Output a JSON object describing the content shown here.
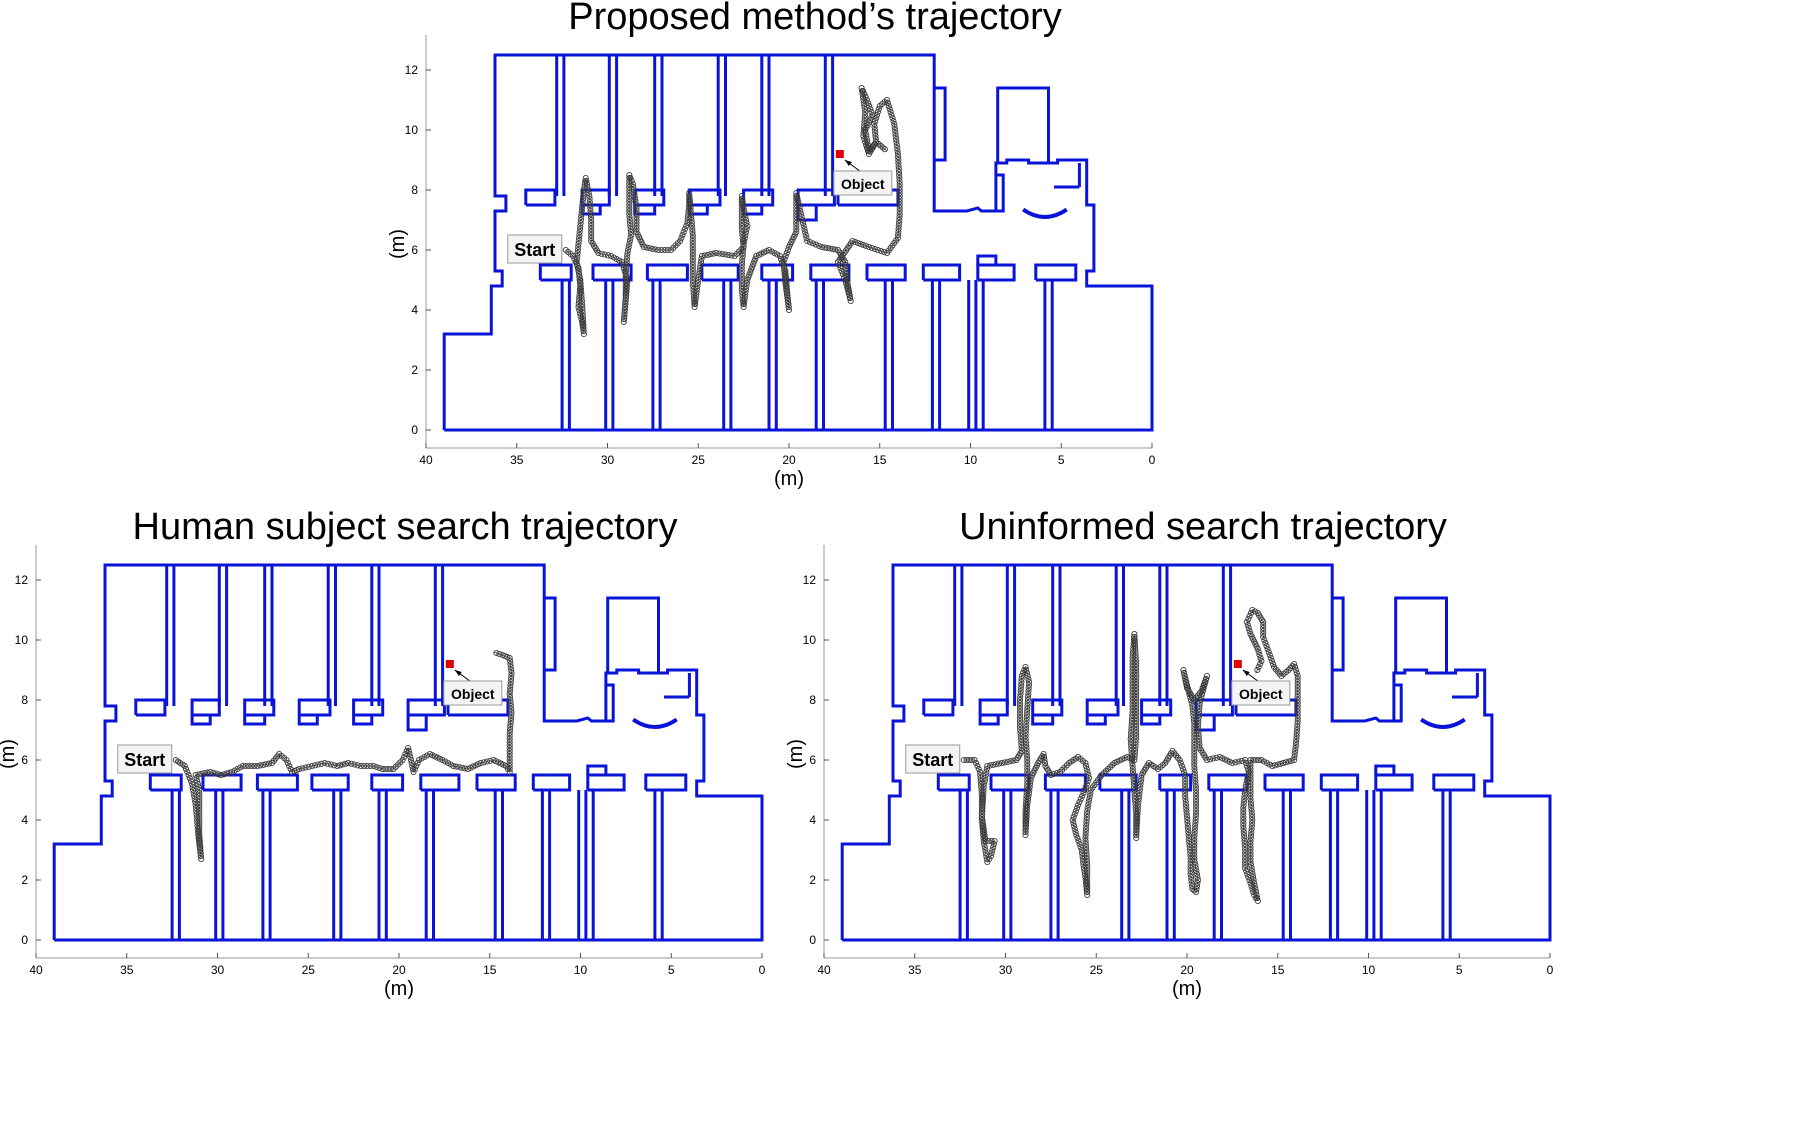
{
  "chart_data": [
    {
      "type": "scatter",
      "title": "Proposed method’s trajectory",
      "xlabel": "(m)",
      "ylabel": "(m)",
      "xlim": [
        40,
        0
      ],
      "ylim": [
        -0.6,
        13
      ],
      "xticks": [
        40,
        35,
        30,
        25,
        20,
        15,
        10,
        5,
        0
      ],
      "yticks": [
        0,
        2,
        4,
        6,
        8,
        10,
        12
      ],
      "start_label": "Start",
      "object_label": "Object",
      "start": [
        32.3,
        6.0
      ],
      "object": [
        17.2,
        9.2
      ],
      "trajectory": [
        [
          32.3,
          6.0
        ],
        [
          31.9,
          5.8
        ],
        [
          31.6,
          5.4
        ],
        [
          31.5,
          4.8
        ],
        [
          31.6,
          4.1
        ],
        [
          31.4,
          3.6
        ],
        [
          31.3,
          3.2
        ],
        [
          31.4,
          4.2
        ],
        [
          31.5,
          5.0
        ],
        [
          31.7,
          5.6
        ],
        [
          31.6,
          6.2
        ],
        [
          31.5,
          6.8
        ],
        [
          31.4,
          7.4
        ],
        [
          31.3,
          8.0
        ],
        [
          31.2,
          8.4
        ],
        [
          31.0,
          7.8
        ],
        [
          30.9,
          7.0
        ],
        [
          30.9,
          6.3
        ],
        [
          30.5,
          5.9
        ],
        [
          29.8,
          5.8
        ],
        [
          29.2,
          5.6
        ],
        [
          28.9,
          5.0
        ],
        [
          29.0,
          4.3
        ],
        [
          29.1,
          3.6
        ],
        [
          29.0,
          4.4
        ],
        [
          29.0,
          5.2
        ],
        [
          28.9,
          5.9
        ],
        [
          28.7,
          6.5
        ],
        [
          28.8,
          7.2
        ],
        [
          28.8,
          7.9
        ],
        [
          28.8,
          8.5
        ],
        [
          28.6,
          8.2
        ],
        [
          28.4,
          7.4
        ],
        [
          28.4,
          6.6
        ],
        [
          28.0,
          6.1
        ],
        [
          27.2,
          6.0
        ],
        [
          26.5,
          6.0
        ],
        [
          26.0,
          6.3
        ],
        [
          25.6,
          6.9
        ],
        [
          25.5,
          7.5
        ],
        [
          25.5,
          7.9
        ],
        [
          25.4,
          7.2
        ],
        [
          25.3,
          6.5
        ],
        [
          25.3,
          5.8
        ],
        [
          25.3,
          5.0
        ],
        [
          25.2,
          4.1
        ],
        [
          25.0,
          5.0
        ],
        [
          24.8,
          5.8
        ],
        [
          24.0,
          5.9
        ],
        [
          23.0,
          5.8
        ],
        [
          22.5,
          6.1
        ],
        [
          22.6,
          6.7
        ],
        [
          22.6,
          7.3
        ],
        [
          22.6,
          7.8
        ],
        [
          22.5,
          7.4
        ],
        [
          22.3,
          6.8
        ],
        [
          22.5,
          6.2
        ],
        [
          22.6,
          5.5
        ],
        [
          22.6,
          4.7
        ],
        [
          22.5,
          4.1
        ],
        [
          22.3,
          5.0
        ],
        [
          21.8,
          5.8
        ],
        [
          21.1,
          6.0
        ],
        [
          20.5,
          5.8
        ],
        [
          20.2,
          5.3
        ],
        [
          20.1,
          4.6
        ],
        [
          20.0,
          4.0
        ],
        [
          20.2,
          4.9
        ],
        [
          20.3,
          5.6
        ],
        [
          20.0,
          6.1
        ],
        [
          19.6,
          6.6
        ],
        [
          19.6,
          7.3
        ],
        [
          19.6,
          7.9
        ],
        [
          19.3,
          7.1
        ],
        [
          19.0,
          6.3
        ],
        [
          18.2,
          6.1
        ],
        [
          17.3,
          6.0
        ],
        [
          16.9,
          5.6
        ],
        [
          16.8,
          5.0
        ],
        [
          16.6,
          4.3
        ],
        [
          16.9,
          5.0
        ],
        [
          17.3,
          5.6
        ],
        [
          16.5,
          6.3
        ],
        [
          15.6,
          6.1
        ],
        [
          14.6,
          5.9
        ],
        [
          14.0,
          6.4
        ],
        [
          13.9,
          7.2
        ],
        [
          13.9,
          8.2
        ],
        [
          14.0,
          9.2
        ],
        [
          14.2,
          10.2
        ],
        [
          14.6,
          11.0
        ],
        [
          15.0,
          10.8
        ],
        [
          15.3,
          10.2
        ],
        [
          15.2,
          9.6
        ],
        [
          15.6,
          9.3
        ],
        [
          15.8,
          10.0
        ],
        [
          15.4,
          10.5
        ],
        [
          15.7,
          11.0
        ],
        [
          16.0,
          11.4
        ],
        [
          15.8,
          10.6
        ],
        [
          15.9,
          9.8
        ],
        [
          15.6,
          9.2
        ],
        [
          15.2,
          9.6
        ],
        [
          14.6,
          9.3
        ]
      ]
    },
    {
      "type": "scatter",
      "title": "Human subject search trajectory",
      "xlabel": "(m)",
      "ylabel": "(m)",
      "xlim": [
        40,
        0
      ],
      "ylim": [
        -0.6,
        13
      ],
      "xticks": [
        40,
        35,
        30,
        25,
        20,
        15,
        10,
        5,
        0
      ],
      "yticks": [
        0,
        2,
        4,
        6,
        8,
        10,
        12
      ],
      "start_label": "Start",
      "object_label": "Object",
      "start": [
        32.3,
        6.0
      ],
      "object": [
        17.2,
        9.2
      ],
      "trajectory": [
        [
          32.3,
          6.0
        ],
        [
          31.8,
          5.8
        ],
        [
          31.4,
          5.2
        ],
        [
          31.2,
          4.5
        ],
        [
          31.1,
          3.8
        ],
        [
          31.0,
          3.2
        ],
        [
          30.9,
          2.7
        ],
        [
          31.0,
          3.5
        ],
        [
          31.0,
          4.3
        ],
        [
          31.0,
          5.0
        ],
        [
          31.2,
          5.5
        ],
        [
          30.4,
          5.6
        ],
        [
          29.8,
          5.5
        ],
        [
          29.2,
          5.6
        ],
        [
          28.6,
          5.8
        ],
        [
          27.8,
          5.8
        ],
        [
          27.0,
          5.9
        ],
        [
          26.6,
          6.2
        ],
        [
          26.2,
          6.0
        ],
        [
          25.9,
          5.6
        ],
        [
          25.5,
          5.7
        ],
        [
          24.8,
          5.8
        ],
        [
          24.1,
          5.9
        ],
        [
          23.4,
          5.8
        ],
        [
          22.8,
          5.9
        ],
        [
          22.1,
          5.8
        ],
        [
          21.4,
          5.8
        ],
        [
          20.9,
          5.7
        ],
        [
          20.3,
          5.7
        ],
        [
          19.8,
          6.0
        ],
        [
          19.5,
          6.4
        ],
        [
          19.3,
          5.9
        ],
        [
          19.2,
          5.6
        ],
        [
          18.9,
          6.0
        ],
        [
          18.3,
          6.2
        ],
        [
          17.6,
          6.0
        ],
        [
          17.0,
          5.8
        ],
        [
          16.2,
          5.7
        ],
        [
          15.5,
          5.9
        ],
        [
          14.8,
          6.0
        ],
        [
          14.1,
          5.8
        ],
        [
          13.9,
          5.6
        ],
        [
          13.9,
          6.2
        ],
        [
          13.9,
          6.9
        ],
        [
          13.8,
          7.6
        ],
        [
          13.9,
          8.2
        ],
        [
          13.8,
          8.9
        ],
        [
          13.9,
          9.4
        ],
        [
          14.3,
          9.5
        ],
        [
          14.8,
          9.6
        ]
      ]
    },
    {
      "type": "scatter",
      "title": "Uninformed search trajectory",
      "xlabel": "(m)",
      "ylabel": "(m)",
      "xlim": [
        40,
        0
      ],
      "ylim": [
        -0.6,
        13
      ],
      "xticks": [
        40,
        35,
        30,
        25,
        20,
        15,
        10,
        5,
        0
      ],
      "yticks": [
        0,
        2,
        4,
        6,
        8,
        10,
        12
      ],
      "start_label": "Start",
      "object_label": "Object",
      "start": [
        32.3,
        6.0
      ],
      "object": [
        17.2,
        9.2
      ],
      "trajectory": [
        [
          32.3,
          6.0
        ],
        [
          31.7,
          6.0
        ],
        [
          31.4,
          5.6
        ],
        [
          31.3,
          4.8
        ],
        [
          31.3,
          4.0
        ],
        [
          31.2,
          3.3
        ],
        [
          31.0,
          2.6
        ],
        [
          30.8,
          2.8
        ],
        [
          30.6,
          3.3
        ],
        [
          31.1,
          3.3
        ],
        [
          31.3,
          4.1
        ],
        [
          31.2,
          5.1
        ],
        [
          31.0,
          5.8
        ],
        [
          30.2,
          5.9
        ],
        [
          29.4,
          6.0
        ],
        [
          29.1,
          6.3
        ],
        [
          29.2,
          7.1
        ],
        [
          29.2,
          8.0
        ],
        [
          29.1,
          8.8
        ],
        [
          28.9,
          9.1
        ],
        [
          28.7,
          8.6
        ],
        [
          28.8,
          7.7
        ],
        [
          28.9,
          6.8
        ],
        [
          28.8,
          6.0
        ],
        [
          28.8,
          5.2
        ],
        [
          28.9,
          4.3
        ],
        [
          28.9,
          3.5
        ],
        [
          28.8,
          4.5
        ],
        [
          28.6,
          5.4
        ],
        [
          28.2,
          5.9
        ],
        [
          27.9,
          6.2
        ],
        [
          27.8,
          5.8
        ],
        [
          27.5,
          5.5
        ],
        [
          27.0,
          5.6
        ],
        [
          26.5,
          5.9
        ],
        [
          26.0,
          6.1
        ],
        [
          25.6,
          5.9
        ],
        [
          25.4,
          5.4
        ],
        [
          25.7,
          4.9
        ],
        [
          26.0,
          4.5
        ],
        [
          26.3,
          4.0
        ],
        [
          26.1,
          3.5
        ],
        [
          25.8,
          3.0
        ],
        [
          25.7,
          2.5
        ],
        [
          25.6,
          2.1
        ],
        [
          25.5,
          1.5
        ],
        [
          25.5,
          2.5
        ],
        [
          25.6,
          3.4
        ],
        [
          25.5,
          4.3
        ],
        [
          25.3,
          5.0
        ],
        [
          24.7,
          5.5
        ],
        [
          24.0,
          5.9
        ],
        [
          23.3,
          6.1
        ],
        [
          22.9,
          6.0
        ],
        [
          22.8,
          6.8
        ],
        [
          22.8,
          7.6
        ],
        [
          22.8,
          8.4
        ],
        [
          22.8,
          9.2
        ],
        [
          22.9,
          10.2
        ],
        [
          23.0,
          9.4
        ],
        [
          23.0,
          8.5
        ],
        [
          23.0,
          7.6
        ],
        [
          23.1,
          6.7
        ],
        [
          23.0,
          5.8
        ],
        [
          22.9,
          5.0
        ],
        [
          22.8,
          4.2
        ],
        [
          22.8,
          3.4
        ],
        [
          22.7,
          4.5
        ],
        [
          22.5,
          5.5
        ],
        [
          22.1,
          5.9
        ],
        [
          21.6,
          5.7
        ],
        [
          21.2,
          5.9
        ],
        [
          20.8,
          6.3
        ],
        [
          20.4,
          6.0
        ],
        [
          20.1,
          5.5
        ],
        [
          20.1,
          4.8
        ],
        [
          20.0,
          4.1
        ],
        [
          19.9,
          3.4
        ],
        [
          19.8,
          2.8
        ],
        [
          19.8,
          2.2
        ],
        [
          19.7,
          1.7
        ],
        [
          19.5,
          1.6
        ],
        [
          19.4,
          2.0
        ],
        [
          19.6,
          2.7
        ],
        [
          19.6,
          3.4
        ],
        [
          19.5,
          4.2
        ],
        [
          19.5,
          5.0
        ],
        [
          19.6,
          5.8
        ],
        [
          19.6,
          6.5
        ],
        [
          19.6,
          7.2
        ],
        [
          19.7,
          7.8
        ],
        [
          20.0,
          8.5
        ],
        [
          20.2,
          9.0
        ],
        [
          20.0,
          8.4
        ],
        [
          19.6,
          8.0
        ],
        [
          19.2,
          8.3
        ],
        [
          18.9,
          8.8
        ],
        [
          19.3,
          7.9
        ],
        [
          19.4,
          7.1
        ],
        [
          19.3,
          6.4
        ],
        [
          18.9,
          6.0
        ],
        [
          18.2,
          6.1
        ],
        [
          17.5,
          5.9
        ],
        [
          16.8,
          6.0
        ],
        [
          16.6,
          5.6
        ],
        [
          16.8,
          5.0
        ],
        [
          16.9,
          4.4
        ],
        [
          16.9,
          3.8
        ],
        [
          16.8,
          3.1
        ],
        [
          16.8,
          2.4
        ],
        [
          16.5,
          1.9
        ],
        [
          16.3,
          1.5
        ],
        [
          16.1,
          1.3
        ],
        [
          16.3,
          1.9
        ],
        [
          16.5,
          2.6
        ],
        [
          16.5,
          3.3
        ],
        [
          16.4,
          4.0
        ],
        [
          16.5,
          4.7
        ],
        [
          16.5,
          5.4
        ],
        [
          16.5,
          6.0
        ],
        [
          15.9,
          6.0
        ],
        [
          15.3,
          5.8
        ],
        [
          14.7,
          5.9
        ],
        [
          14.1,
          6.0
        ],
        [
          14.0,
          6.5
        ],
        [
          13.9,
          7.3
        ],
        [
          13.9,
          8.1
        ],
        [
          13.9,
          8.8
        ],
        [
          14.1,
          9.2
        ],
        [
          14.4,
          9.0
        ],
        [
          14.8,
          8.8
        ],
        [
          15.2,
          9.1
        ],
        [
          15.5,
          9.6
        ],
        [
          15.8,
          10.1
        ],
        [
          15.8,
          10.6
        ],
        [
          16.1,
          10.9
        ],
        [
          16.4,
          11.0
        ],
        [
          16.7,
          10.6
        ],
        [
          16.5,
          10.2
        ],
        [
          16.1,
          9.7
        ],
        [
          15.9,
          9.3
        ],
        [
          16.2,
          8.9
        ]
      ]
    }
  ]
}
